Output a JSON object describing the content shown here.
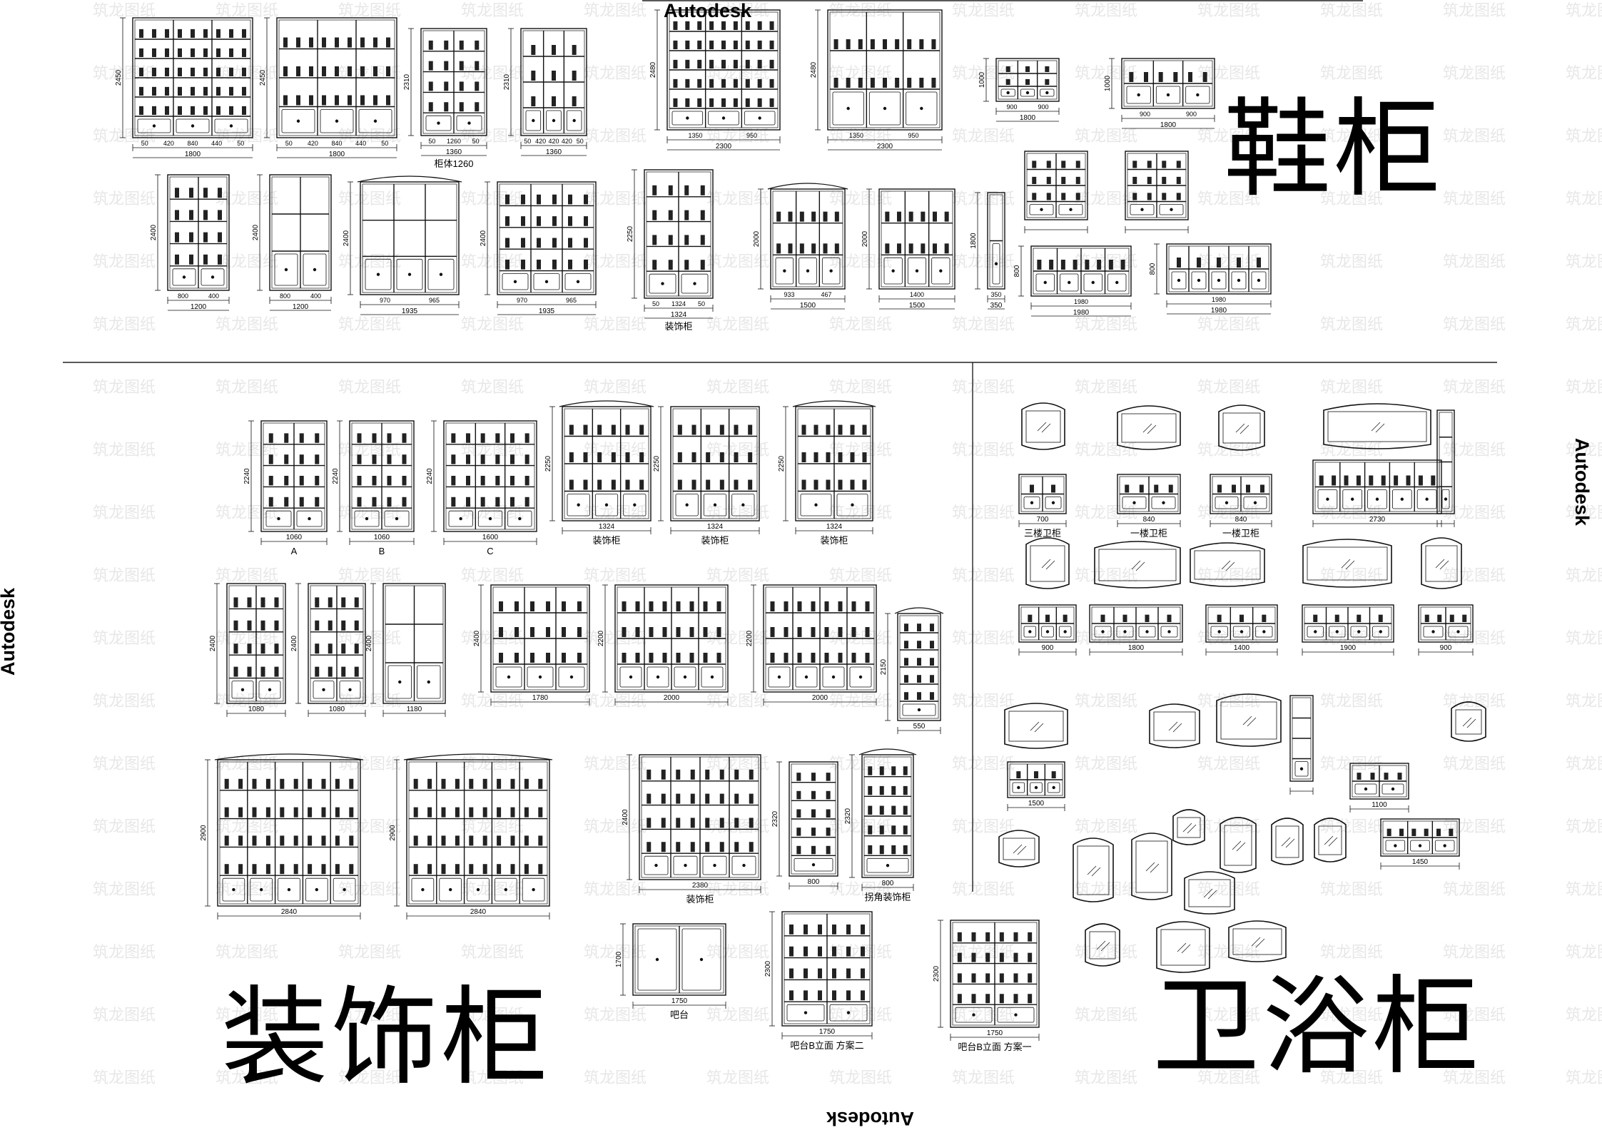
{
  "brand_text": "Autodesk",
  "titles": {
    "shoe_cabinet": "鞋柜",
    "decorative_cabinet": "装饰柜",
    "bathroom_cabinet": "卫浴柜"
  },
  "shoe_section": {
    "drawings": [
      {
        "caption": "",
        "width_dims": [
          "50",
          "420",
          "840",
          "440",
          "50"
        ],
        "total": "1800",
        "height": "2450"
      },
      {
        "caption": "",
        "width_dims": [
          "50",
          "420",
          "840",
          "440",
          "50"
        ],
        "total": "1800",
        "height": "2450"
      },
      {
        "caption": "柜体1260",
        "width_dims": [
          "50",
          "1260",
          "50"
        ],
        "total": "1360",
        "height": "2310"
      },
      {
        "caption": "",
        "width_dims": [
          "50",
          "420",
          "420",
          "420",
          "50"
        ],
        "total": "1360",
        "height": "2310"
      },
      {
        "caption": "",
        "width_dims": [
          "1350",
          "950"
        ],
        "total": "2300",
        "height": "2480"
      },
      {
        "caption": "",
        "width_dims": [
          "1350",
          "950"
        ],
        "total": "2300",
        "height": "2480"
      },
      {
        "caption": "",
        "width_dims": [
          "900",
          "900"
        ],
        "total": "1800",
        "height": "1000"
      },
      {
        "caption": "",
        "width_dims": [
          "900",
          "900"
        ],
        "total": "1800",
        "height": "1000"
      },
      {
        "caption": "",
        "width_dims": [
          "800",
          "400"
        ],
        "total": "1200",
        "height": "2400"
      },
      {
        "caption": "",
        "width_dims": [
          "800",
          "400"
        ],
        "total": "1200",
        "height": "2400"
      },
      {
        "caption": "",
        "width_dims": [
          "970",
          "965"
        ],
        "total": "1935",
        "height": "2400"
      },
      {
        "caption": "",
        "width_dims": [
          "970",
          "965"
        ],
        "total": "1935",
        "height": "2400"
      },
      {
        "caption": "装饰柜",
        "width_dims": [
          "50",
          "1324",
          "50"
        ],
        "total": "1324",
        "height": "2250"
      },
      {
        "caption": "",
        "width_dims": [
          "933",
          "467"
        ],
        "total": "1500",
        "height": "2000"
      },
      {
        "caption": "",
        "width_dims": [
          "1400"
        ],
        "total": "1500",
        "height": "2000"
      },
      {
        "caption": "",
        "width_dims": [
          "350"
        ],
        "total": "350",
        "height": "1800"
      },
      {
        "caption": "",
        "width_dims": [
          "1980"
        ],
        "total": "1980",
        "height": "800"
      },
      {
        "caption": "",
        "width_dims": [
          "1980"
        ],
        "total": "1980",
        "height": "800"
      }
    ]
  },
  "decor_section": {
    "drawings": [
      {
        "caption": "A",
        "total": "1060",
        "height": "2240"
      },
      {
        "caption": "B",
        "total": "1060",
        "height": "2240"
      },
      {
        "caption": "C",
        "total": "1600",
        "height": "2240"
      },
      {
        "caption": "装饰柜",
        "total": "1324",
        "height": "2250"
      },
      {
        "caption": "装饰柜",
        "total": "1324",
        "height": "2250"
      },
      {
        "caption": "装饰柜",
        "total": "1324",
        "height": "2250"
      },
      {
        "caption": "",
        "total": "1080",
        "height": "2400"
      },
      {
        "caption": "",
        "total": "1080",
        "height": "2400"
      },
      {
        "caption": "",
        "total": "1180",
        "height": "2400"
      },
      {
        "caption": "",
        "total": "1780",
        "height": "2400"
      },
      {
        "caption": "",
        "total": "2000",
        "height": "2200"
      },
      {
        "caption": "",
        "total": "2000",
        "height": "2200"
      },
      {
        "caption": "",
        "total": "550",
        "height": "2150"
      },
      {
        "caption": "",
        "total": "2840",
        "height": "2900"
      },
      {
        "caption": "",
        "total": "2840",
        "height": "2900"
      },
      {
        "caption": "装饰柜",
        "total": "2380",
        "height": "2400"
      },
      {
        "caption": "",
        "total": "800",
        "height": "2320"
      },
      {
        "caption": "拐角装饰柜",
        "total": "800",
        "height": "2320"
      },
      {
        "caption": "吧台",
        "total": "1750",
        "height": "1700"
      },
      {
        "caption": "吧台B立面 方案二",
        "total": "1750",
        "height": "2300"
      },
      {
        "caption": "吧台B立面 方案一",
        "total": "1750",
        "height": "2300"
      }
    ]
  },
  "bath_section": {
    "drawings": [
      {
        "caption": "三楼卫柜",
        "total": "700"
      },
      {
        "caption": "一楼卫柜",
        "total": "840"
      },
      {
        "caption": "一楼卫柜",
        "total": "840"
      },
      {
        "caption": "",
        "total": "2730"
      },
      {
        "caption": "",
        "total": "900"
      },
      {
        "caption": "",
        "total": "1800"
      },
      {
        "caption": "",
        "total": "1400"
      },
      {
        "caption": "",
        "total": "1900"
      },
      {
        "caption": "",
        "total": "900"
      },
      {
        "caption": "",
        "total": "1500"
      },
      {
        "caption": "",
        "total": "1100"
      },
      {
        "caption": "",
        "total": "1450"
      }
    ]
  }
}
